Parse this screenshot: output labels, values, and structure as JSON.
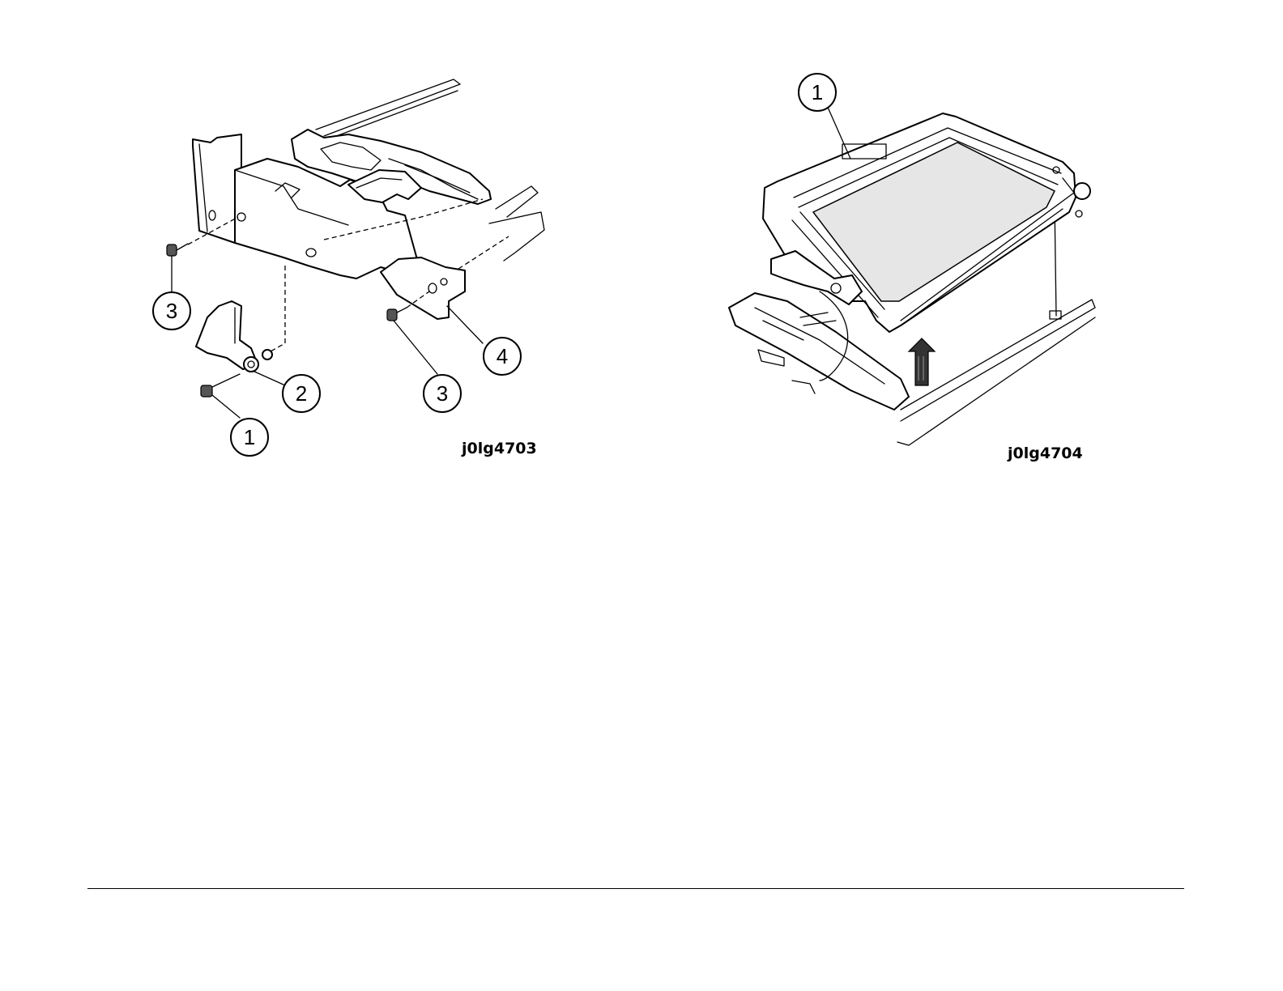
{
  "figures": [
    {
      "id": "j0lg4703",
      "callouts": [
        "3",
        "2",
        "1",
        "3",
        "4"
      ]
    },
    {
      "id": "j0lg4704",
      "callouts": [
        "1"
      ]
    }
  ]
}
